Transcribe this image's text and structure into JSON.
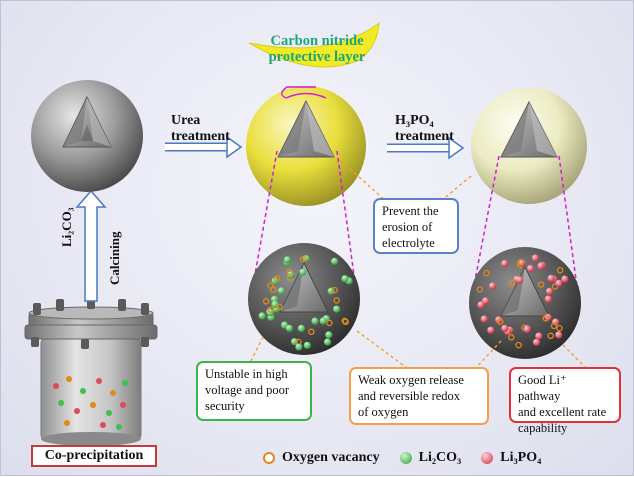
{
  "labels": {
    "carbon_nitride_line1": "Carbon nitride",
    "carbon_nitride_line2": "protective layer",
    "urea_line1": "Urea",
    "urea_line2": "treatment",
    "h3po4_formula": "H₃PO₄",
    "h3po4_line2": "treatment",
    "calcining_formula": "Li₂CO₃",
    "calcining_word": "Calcining",
    "coprecipitation": "Co-precipitation"
  },
  "notes": {
    "prevent": [
      "Prevent the",
      "erosion of",
      "electrolyte"
    ],
    "unstable": [
      "Unstable in high",
      "voltage and poor",
      "security"
    ],
    "weak_oxygen": [
      "Weak oxygen release",
      "and reversible redox",
      "of oxygen"
    ],
    "good_pathway": [
      "Good Li⁺ pathway",
      "and excellent rate",
      "capability"
    ]
  },
  "legend": [
    {
      "label": "Oxygen vacancy",
      "color": "#e08a1e",
      "style": "ring"
    },
    {
      "label": "Li₂CO₃",
      "color": "#3fbf4f",
      "style": "dot"
    },
    {
      "label": "Li₃PO₄",
      "color": "#e0485e",
      "style": "dot"
    }
  ],
  "colors": {
    "note_blue": "#5a82c8",
    "note_green": "#3cb44a",
    "note_orange": "#f0a04a",
    "note_red": "#e0303a",
    "connector_magenta": "#d21ed2",
    "connector_orange": "#f0a030",
    "layer_yellow": "#f2ea25",
    "carbon_nitride_text": "#1aa67a"
  }
}
